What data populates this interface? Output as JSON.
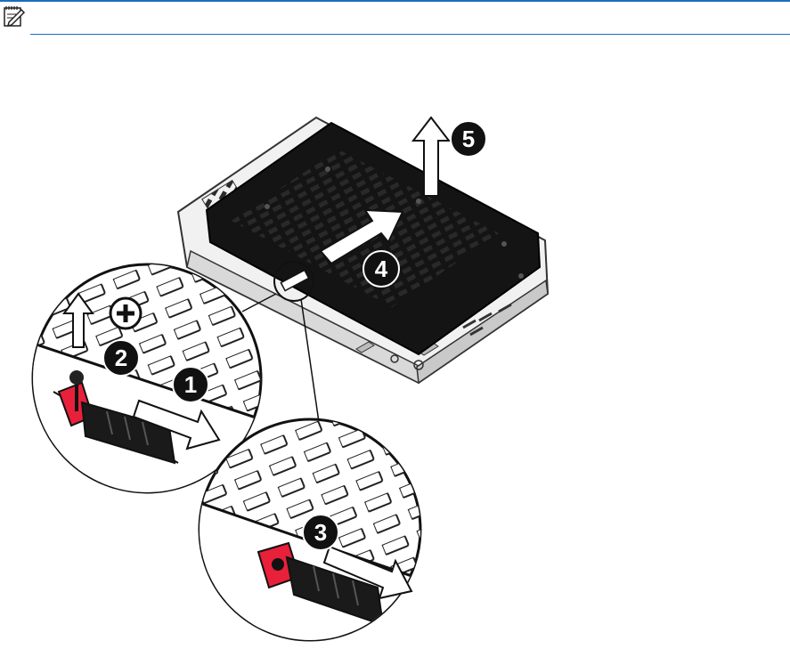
{
  "note": {
    "icon": "note-pencil-icon",
    "rule_color": "#1b6ec2"
  },
  "figure": {
    "steps": [
      {
        "number": "1",
        "label": "slide-release-latch"
      },
      {
        "number": "2",
        "label": "install-screw"
      },
      {
        "number": "3",
        "label": "slide-second-latch"
      },
      {
        "number": "4",
        "label": "slide-cover"
      },
      {
        "number": "5",
        "label": "lift-cover"
      }
    ],
    "colors": {
      "cover": "#141414",
      "chassis": "#f2f2f2",
      "latch": "#e8203a",
      "callout": "#111111"
    }
  }
}
